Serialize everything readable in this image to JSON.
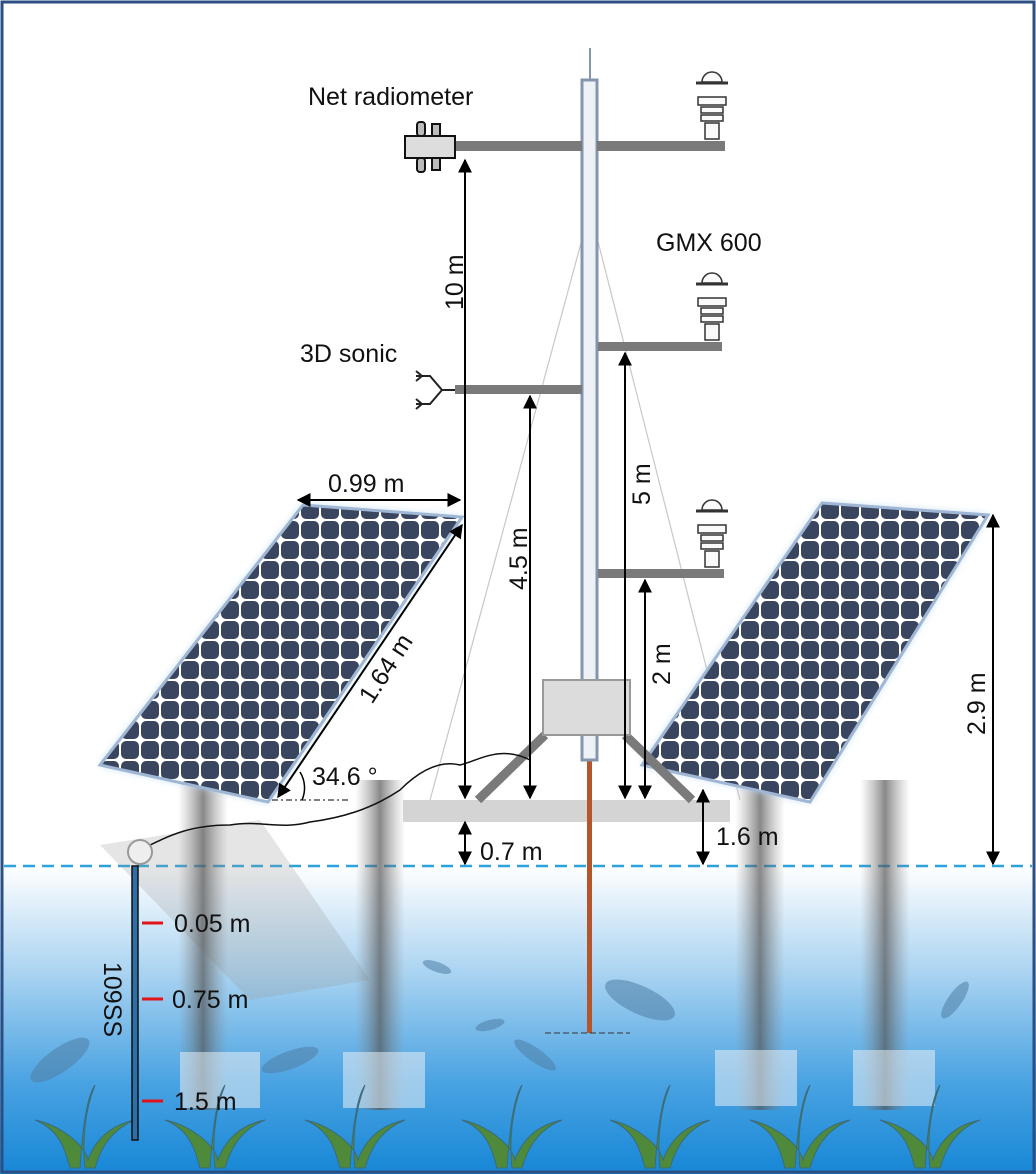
{
  "labels": {
    "net_radiometer": "Net radiometer",
    "gmx": "GMX 600",
    "sonic": "3D sonic",
    "panel_width": "0.99 m",
    "panel_length": "1.64 m",
    "tilt_angle": "34.6 °",
    "h_10": "10 m",
    "h_4_5": "4.5 m",
    "h_5": "5 m",
    "h_2": "2 m",
    "h_2_9": "2.9 m",
    "h_0_7": "0.7 m",
    "h_1_6": "1.6 m",
    "probe": "109SS",
    "depth_1": "0.05 m",
    "depth_2": "0.75 m",
    "depth_3": "1.5 m"
  },
  "colors": {
    "frame": "#2b4f82",
    "water_top": "#ffffff",
    "water_bottom": "#1787d6",
    "waterline": "#2aa3de",
    "arm": "#7a7a7a",
    "rod": "#b5562a",
    "tick": "#e0131b",
    "plant": "#4f8a3a"
  }
}
